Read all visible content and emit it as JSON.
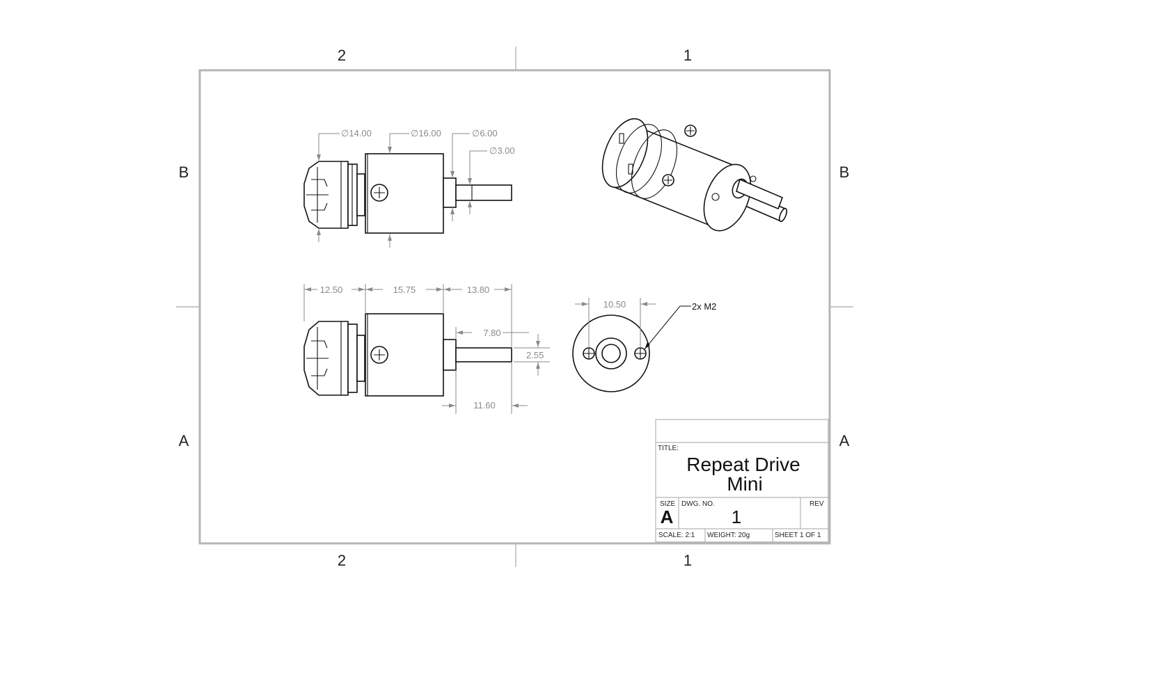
{
  "zones": {
    "col_left": "2",
    "col_right": "1",
    "row_top": "B",
    "row_bottom": "A"
  },
  "front_view": {
    "dims": [
      "∅14.00",
      "∅16.00",
      "∅6.00",
      "∅3.00"
    ]
  },
  "side_view": {
    "dims": [
      "12.50",
      "15.75",
      "13.80",
      "7.80",
      "2.55",
      "11.60"
    ]
  },
  "end_view": {
    "dim": "10.50",
    "callout": "2x M2"
  },
  "title_block": {
    "title_label": "TITLE:",
    "title_line1": "Repeat Drive",
    "title_line2": "Mini",
    "size_label": "SIZE",
    "size_value": "A",
    "dwg_label": "DWG.  NO.",
    "dwg_value": "1",
    "rev_label": "REV",
    "scale": "SCALE: 2:1",
    "weight": "WEIGHT: 20g",
    "sheet": "SHEET 1 OF 1"
  }
}
